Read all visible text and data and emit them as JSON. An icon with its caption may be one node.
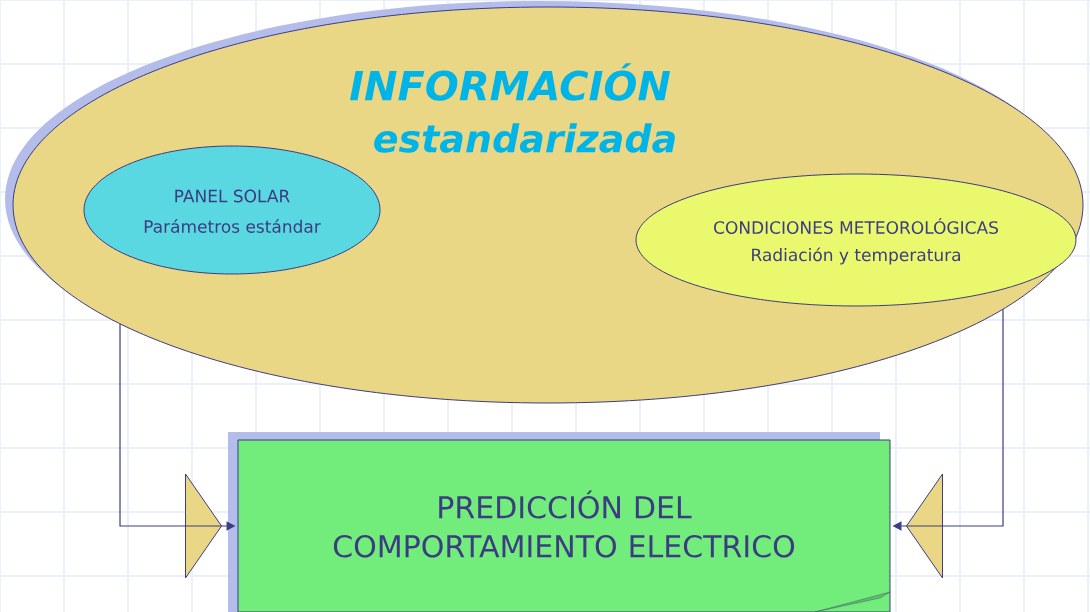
{
  "diagram": {
    "nodes": [
      {
        "text": [
          "INFORMACIÓN",
          "estandarizada"
        ]
      },
      {
        "text": [
          "PANEL SOLAR",
          "Parámetros estándar"
        ],
        "in": 0
      },
      {
        "text": [
          "CONDICIONES METEOROLÓGICAS",
          "Radiación y temperatura"
        ],
        "in": 0
      },
      {
        "text": [
          "PREDICCIÓN DEL COMPORTAMIENTO ELECTRICO"
        ]
      }
    ],
    "edges": [
      {
        "from": 0,
        "to": 3,
        "arrow": "to"
      },
      {
        "from": 0,
        "to": 3,
        "arrow": "to"
      }
    ]
  }
}
